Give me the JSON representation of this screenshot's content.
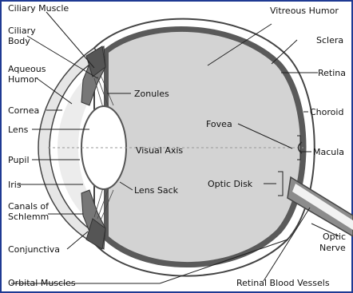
{
  "diagram": {
    "labels": {
      "ciliary_muscle": "Ciliary Muscle",
      "ciliary_body_1": "Ciliary",
      "ciliary_body_2": "Body",
      "aqueous_humor_1": "Aqueous",
      "aqueous_humor_2": "Humor",
      "cornea": "Cornea",
      "lens": "Lens",
      "pupil": "Pupil",
      "iris": "Iris",
      "canals_1": "Canals of",
      "canals_2": "Schlemm",
      "conjunctiva": "Conjunctiva",
      "orbital_muscles": "Orbital Muscles",
      "zonules": "Zonules",
      "visual_axis": "Visual Axis",
      "lens_sack": "Lens Sack",
      "vitreous_humor": "Vitreous Humor",
      "sclera": "Sclera",
      "retina": "Retina",
      "choroid": "Choroid",
      "fovea": "Fovea",
      "macula": "Macula",
      "optic_disk": "Optic Disk",
      "optic_nerve_1": "Optic",
      "optic_nerve_2": "Nerve",
      "retinal_blood_vessels": "Retinal Blood Vessels"
    },
    "colors": {
      "frame": "#1f3a93",
      "sclera_fill": "#ffffff",
      "choroid": "#555555",
      "vitreous": "#d3d3d3",
      "lens": "#ffffff",
      "iris": "#6f6f6f",
      "cornea_fill": "#e4e4e4"
    }
  }
}
